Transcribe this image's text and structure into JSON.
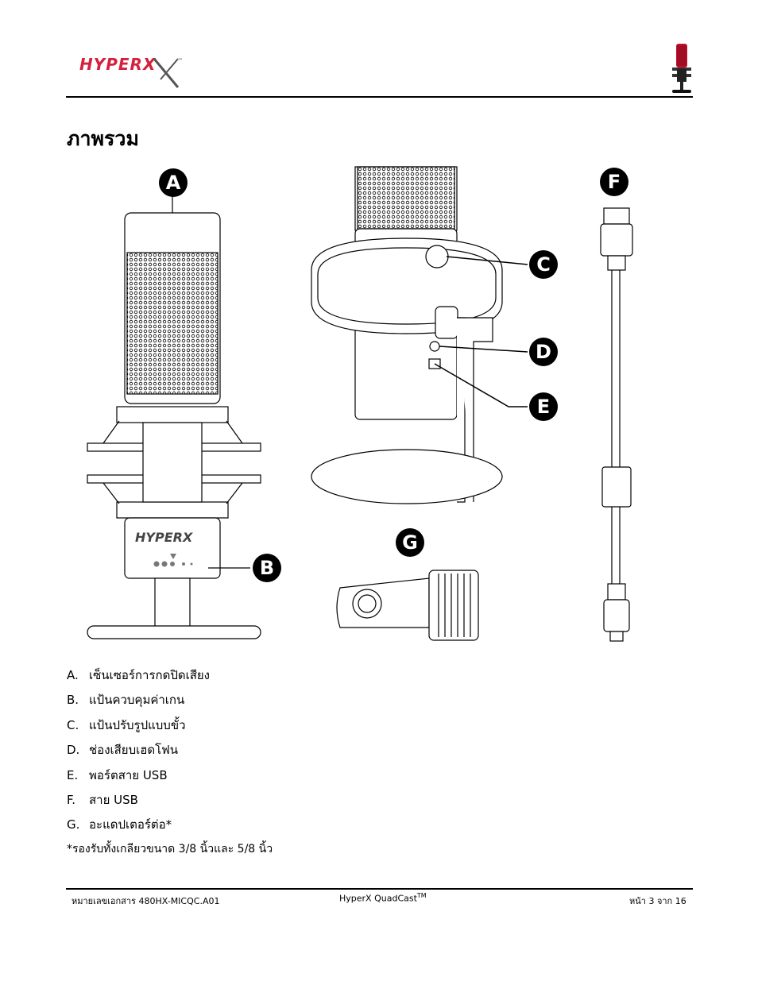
{
  "header": {
    "logo_text": "HYPERX",
    "trademark": "™"
  },
  "page_title": "ภาพรวม",
  "figure": {
    "callouts": [
      "A",
      "B",
      "C",
      "D",
      "E",
      "F",
      "G"
    ],
    "logo_text": "HYPERX"
  },
  "items": [
    {
      "letter": "A.",
      "text": "เซ็นเซอร์การกดปิดเสียง"
    },
    {
      "letter": "B.",
      "text": "แป้นควบคุมค่าเกน"
    },
    {
      "letter": "C.",
      "text": "แป้นปรับรูปแบบขั้ว"
    },
    {
      "letter": "D.",
      "text": "ช่องเสียบเฮดโฟน"
    },
    {
      "letter": "E.",
      "text": "พอร์ตสาย USB"
    },
    {
      "letter": "F.",
      "text": "สาย USB"
    },
    {
      "letter": "G.",
      "text": "อะแดปเตอร์ต่อ*"
    }
  ],
  "footnote": "*รองรับทั้งเกลียวขนาด 3/8 นิ้วและ 5/8 นิ้ว",
  "footer": {
    "doc_number": "หมายเลขเอกสาร 480HX-MICQC.A01",
    "product": "HyperX QuadCast",
    "product_tm": "TM",
    "page": "หน้า 3 จาก 16"
  },
  "colors": {
    "brand_red": "#d4213d",
    "rule": "#000000",
    "callout_fill": "#000000"
  }
}
